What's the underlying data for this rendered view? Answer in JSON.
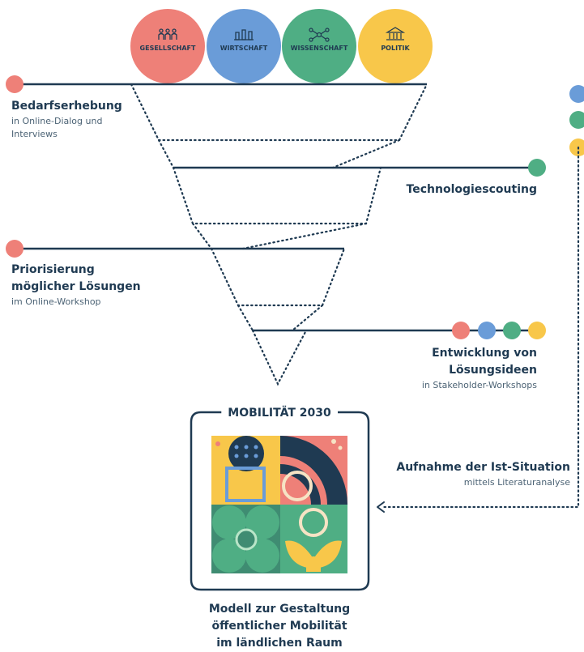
{
  "categories": [
    {
      "label": "GESELLSCHAFT",
      "color": "#ee8078",
      "icon": "people-icon"
    },
    {
      "label": "WIRTSCHAFT",
      "color": "#6a9cd8",
      "icon": "chess-pieces-icon"
    },
    {
      "label": "WISSENSCHAFT",
      "color": "#4fae84",
      "icon": "network-icon"
    },
    {
      "label": "POLITIK",
      "color": "#f8c74a",
      "icon": "government-building-icon"
    }
  ],
  "steps": {
    "bedarf": {
      "title": "Bedarfserhebung",
      "subtitle": [
        "in Online-Dialog und",
        "Interviews"
      ]
    },
    "tech": {
      "title": "Technologiescouting"
    },
    "prior": {
      "title": [
        "Priorisierung",
        "möglicher Lösungen"
      ],
      "subtitle": "im Online-Workshop"
    },
    "entw": {
      "title": [
        "Entwicklung von",
        "Lösungsideen"
      ],
      "subtitle": "in Stakeholder-Workshops"
    },
    "aufnahme": {
      "title": "Aufnahme der Ist-Situation",
      "subtitle": "mittels Literaturanalyse"
    }
  },
  "result": {
    "box_title": "MOBILITÄT 2030",
    "caption": [
      "Modell zur Gestaltung",
      "öffentlicher Mobilität",
      "im ländlichen Raum"
    ]
  },
  "colors": {
    "dark": "#1f3a52",
    "red": "#ee8078",
    "blue": "#6a9cd8",
    "green": "#4fae84",
    "yellow": "#f8c74a"
  }
}
